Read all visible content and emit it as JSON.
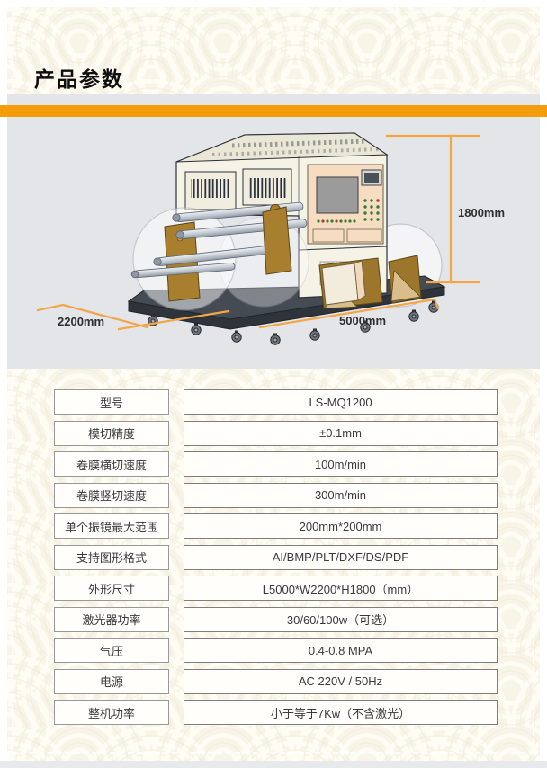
{
  "page": {
    "title": "产品参数"
  },
  "diagram": {
    "height_label": "1800mm",
    "length_label": "5000mm",
    "width_label": "2200mm"
  },
  "spec_table": {
    "rows": [
      {
        "label": "型号",
        "value": "LS-MQ1200"
      },
      {
        "label": "模切精度",
        "value": "±0.1mm"
      },
      {
        "label": "卷膜横切速度",
        "value": "100m/min"
      },
      {
        "label": "卷膜竖切速度",
        "value": "300m/min"
      },
      {
        "label": "单个振镜最大范围",
        "value": "200mm*200mm"
      },
      {
        "label": "支持图形格式",
        "value": "AI/BMP/PLT/DXF/DS/PDF"
      },
      {
        "label": "外形尺寸",
        "value": "L5000*W2200*H1800（mm）"
      },
      {
        "label": "激光器功率",
        "value": "30/60/100w（可选）"
      },
      {
        "label": "气压",
        "value": "0.4-0.8 MPA"
      },
      {
        "label": "电源",
        "value": "AC 220V / 50Hz"
      },
      {
        "label": "整机功率",
        "value": "小于等于7Kw（不含激光）"
      }
    ]
  },
  "colors": {
    "accent_orange": "#F49D0B",
    "dimension_line_orange": "#F1A648",
    "panel_gray": "#E4E5E9",
    "background_cream": "#F9F4E8"
  }
}
